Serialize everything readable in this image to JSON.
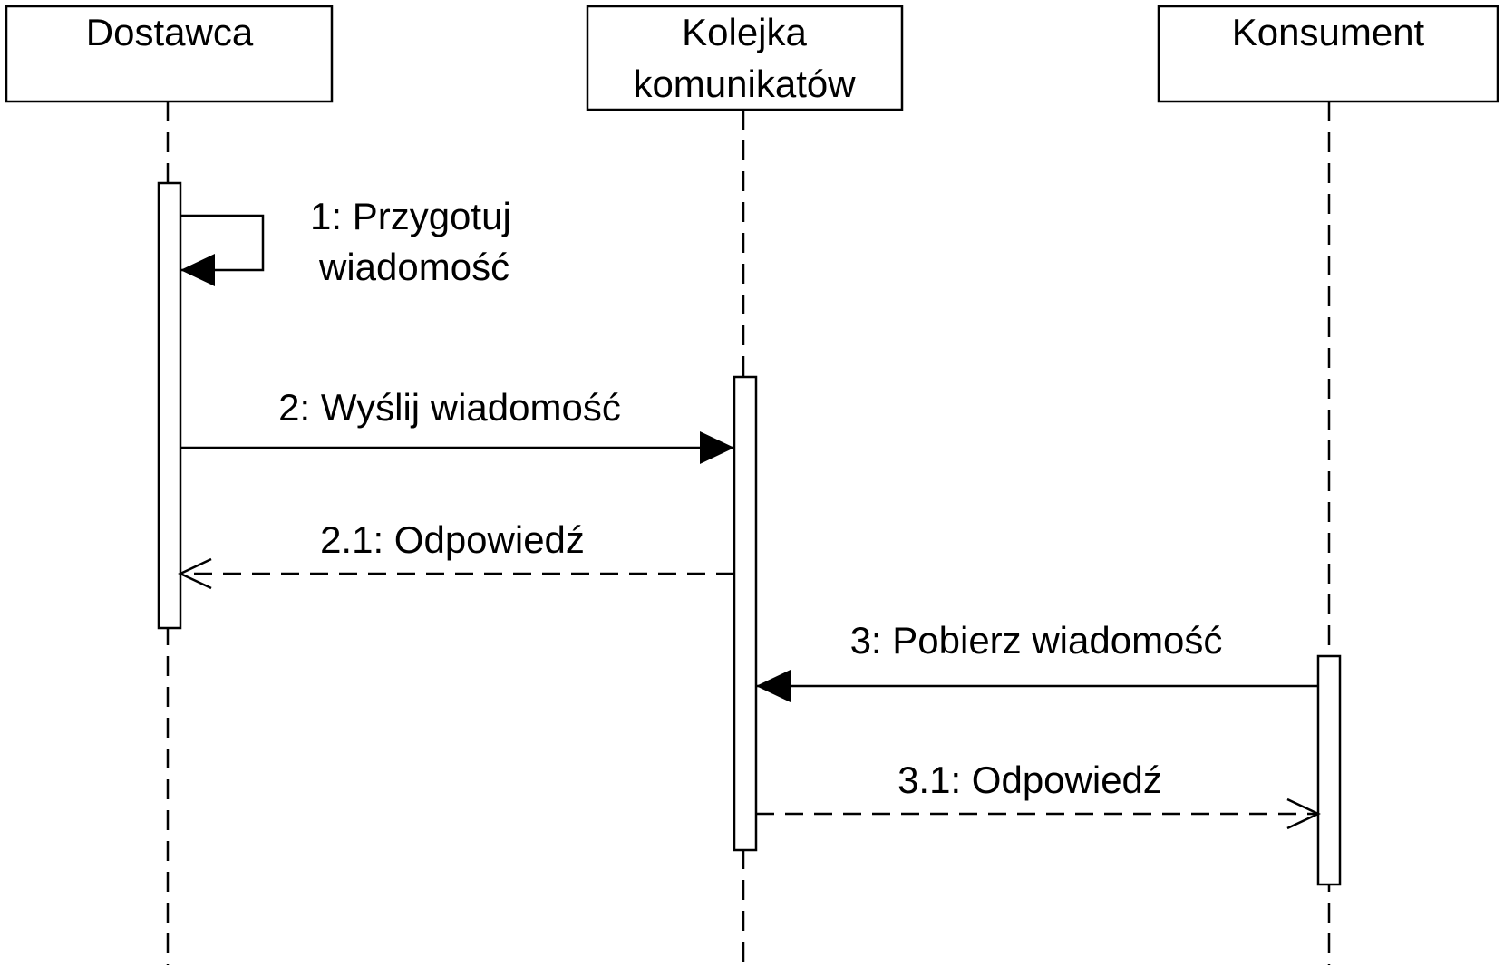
{
  "participants": [
    {
      "id": "dostawca",
      "lines": [
        "Dostawca"
      ]
    },
    {
      "id": "kolejka",
      "lines": [
        "Kolejka",
        "komunikatów"
      ]
    },
    {
      "id": "konsument",
      "lines": [
        "Konsument"
      ]
    }
  ],
  "messages": [
    {
      "id": "m1",
      "lines": [
        "1: Przygotuj",
        "wiadomość"
      ],
      "from": "dostawca",
      "to": "dostawca",
      "kind": "sync-self"
    },
    {
      "id": "m2",
      "lines": [
        "2: Wyślij wiadomość"
      ],
      "from": "dostawca",
      "to": "kolejka",
      "kind": "sync"
    },
    {
      "id": "m21",
      "lines": [
        "2.1: Odpowiedź"
      ],
      "from": "kolejka",
      "to": "dostawca",
      "kind": "reply"
    },
    {
      "id": "m3",
      "lines": [
        "3: Pobierz wiadomość"
      ],
      "from": "konsument",
      "to": "kolejka",
      "kind": "sync"
    },
    {
      "id": "m31",
      "lines": [
        "3.1: Odpowiedź"
      ],
      "from": "kolejka",
      "to": "konsument",
      "kind": "reply"
    }
  ],
  "colors": {
    "line": "#000000",
    "fill": "#ffffff"
  }
}
